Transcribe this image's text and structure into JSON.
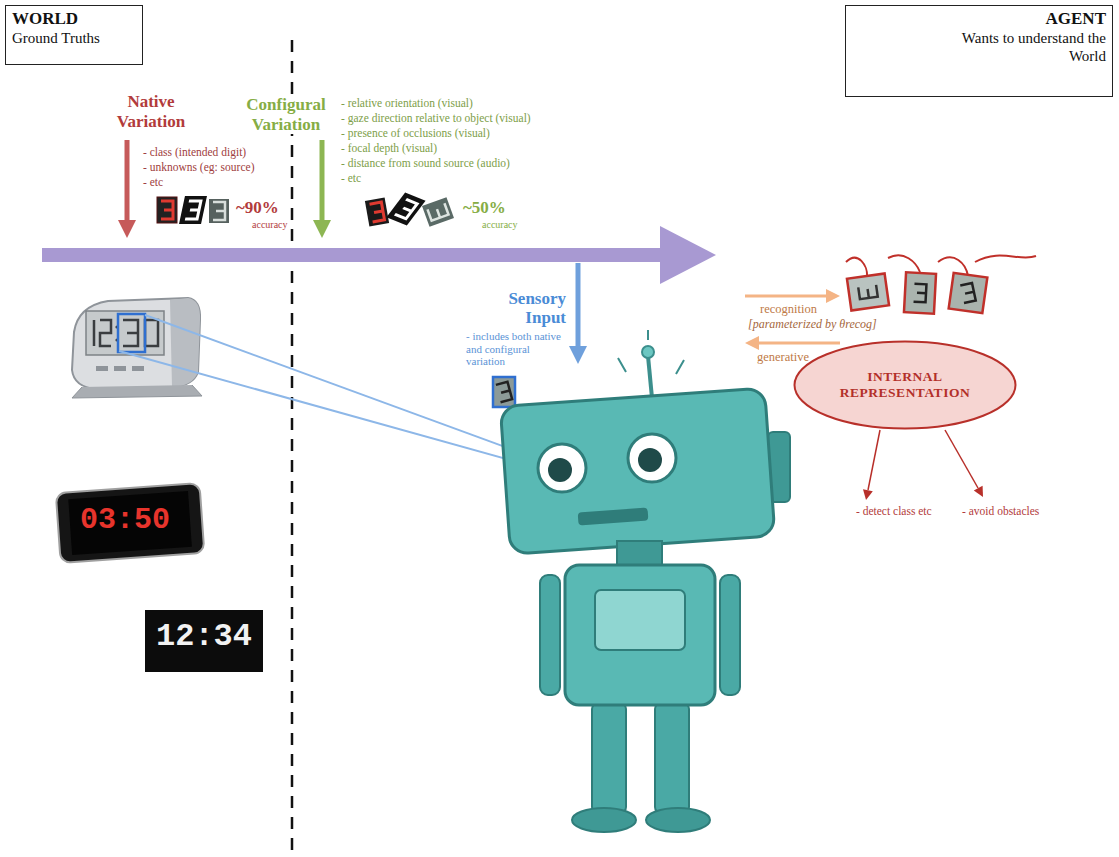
{
  "diagram": {
    "nodes": [
      {
        "text": [
          "WORLD",
          "Ground Truths"
        ]
      },
      {
        "text": [
          "AGENT",
          "Wants to understand the World"
        ]
      },
      {
        "text": [
          "INTERNAL REPRESENTATION"
        ]
      }
    ],
    "labels": [
      "Native Variation",
      "- class (intended digit)",
      "- unknowns (eg: source)",
      "- etc",
      "~90%",
      "accuracy",
      "Configural Variation",
      "- relative orientation (visual)",
      "- gaze direction relative to object (visual)",
      "- presence of occlusions (visual)",
      "- focal depth (visual)",
      "- distance from sound source (audio)",
      "- etc",
      "~50%",
      "accuracy",
      "Sensory Input",
      "- includes both native and configural variation",
      "recognition",
      "[parameterized by θrecog]",
      "generative",
      "- detect class etc",
      "- avoid obstacles",
      "03:50",
      "12:34"
    ]
  }
}
